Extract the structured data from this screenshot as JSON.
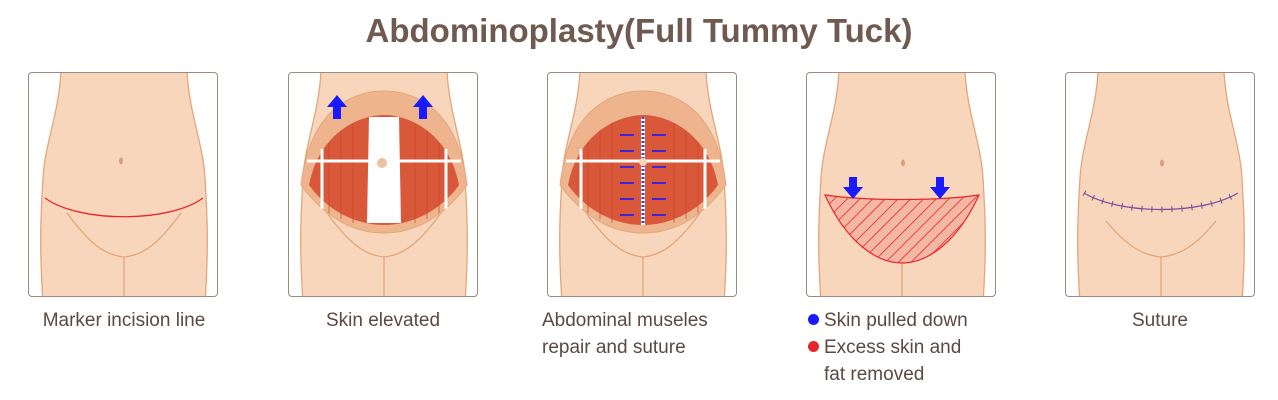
{
  "title": "Abdominoplasty(Full Tummy Tuck)",
  "steps": [
    {
      "caption": "Marker incision line"
    },
    {
      "caption": "Skin elevated"
    },
    {
      "caption_line1": "Abdominal museles",
      "caption_line2": "repair and suture"
    },
    {
      "legend": [
        {
          "text": "Skin pulled down",
          "color": "#1a1aff"
        },
        {
          "text": "Excess skin and",
          "text2": "fat removed",
          "color": "#e8262a"
        }
      ]
    },
    {
      "caption": "Suture"
    }
  ],
  "colors": {
    "skin": "#f8d6bb",
    "outline": "#e3a67a",
    "flap": "#eeb48e",
    "muscle": "#d9583a",
    "arrow": "#1a1aff",
    "incision": "#e8262a",
    "suture": "#7a4aa0"
  }
}
